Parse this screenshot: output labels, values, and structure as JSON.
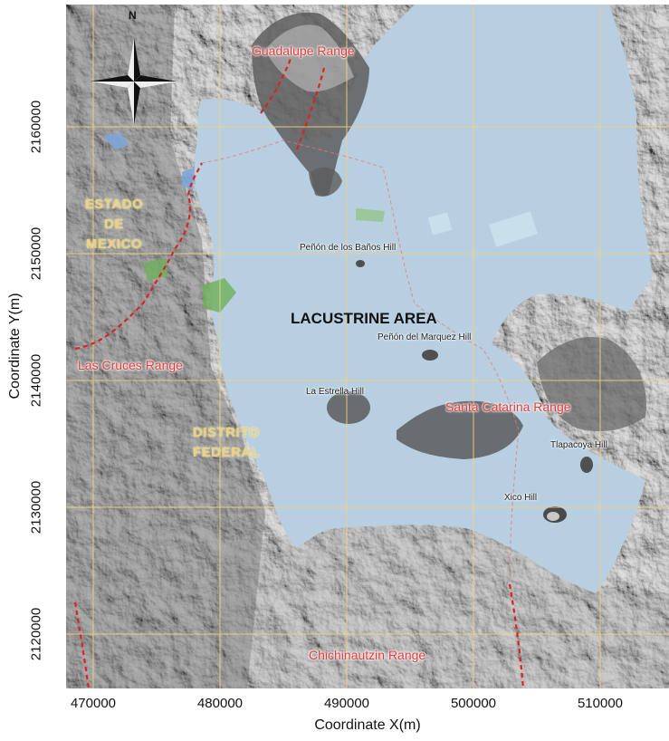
{
  "axes": {
    "x_title": "Coordinate X(m)",
    "y_title": "Coordinate Y(m)",
    "x_ticks": [
      "470000",
      "480000",
      "490000",
      "500000",
      "510000"
    ],
    "y_ticks": [
      "2160000",
      "2150000",
      "2140000",
      "2130000",
      "2120000"
    ]
  },
  "compass": {
    "north_label": "N"
  },
  "labels": {
    "guadalupe": "Guadalupe Range",
    "banos": "Peñón de los Baños Hill",
    "lacustrine": "LACUSTRINE AREA",
    "marquez": "Peñón del Marquez Hill",
    "las_cruces": "Las Cruces Range",
    "estrella": "La Estrella Hill",
    "santa_catarina": "Santa Catarina Range",
    "tlapacoya": "Tlapacoya Hill",
    "xico": "Xico Hill",
    "chichinautzin": "Chichinautzin Range",
    "estado_line1": "ESTADO",
    "estado_line2": "DE",
    "estado_line3": "MEXICO",
    "distrito_line1": "DISTRITO",
    "distrito_line2": "FEDERAL"
  },
  "colors": {
    "lake": "#b7cfe0",
    "terrain": "#8a8a8a",
    "grid": "#f2d27a",
    "boundary": "#e02020",
    "range_label": "#e23a3a",
    "region_label": "#ecd27a"
  }
}
